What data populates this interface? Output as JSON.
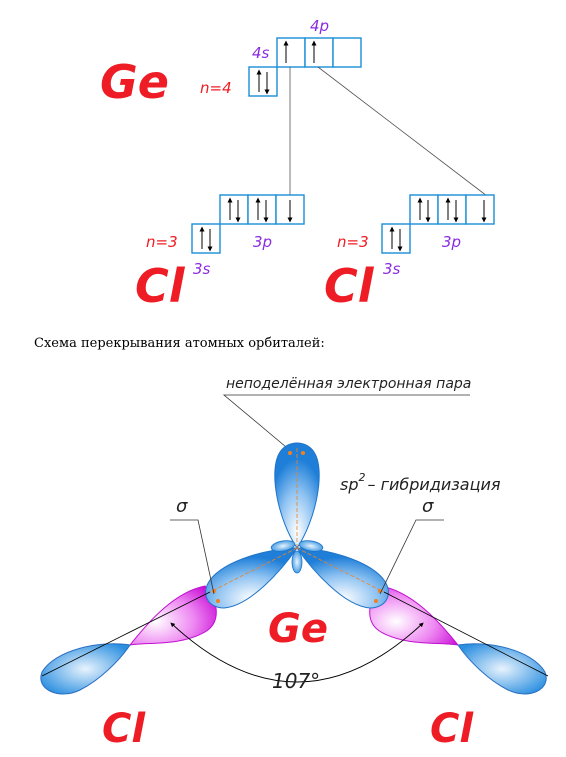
{
  "top": {
    "ge_symbol": "Ge",
    "ge_n": "n=4",
    "ge_4s": "4s",
    "ge_4p": "4p",
    "cl_left": {
      "symbol": "Cl",
      "n": "n=3",
      "s": "3s",
      "p": "3p"
    },
    "cl_right": {
      "symbol": "Cl",
      "n": "n=3",
      "s": "3s",
      "p": "3p"
    }
  },
  "caption": "Схема перекрывания атомных орбиталей:",
  "bottom": {
    "lone_pair_label": "неподелённая электронная пара",
    "hybridization": {
      "base": "sp",
      "sup": "2",
      "rest": "– гибридизация"
    },
    "sigma_left": "σ",
    "sigma_right": "σ",
    "ge_symbol": "Ge",
    "angle": "107°",
    "cl_left": "Cl",
    "cl_right": "Cl"
  },
  "colors": {
    "element_red": "#ee1c24",
    "label_purple": "#8a2be2",
    "orbital_blue": "#2b8fe0",
    "orbital_magenta": "#d81fe0",
    "cell_border": "#1b8fd6"
  }
}
